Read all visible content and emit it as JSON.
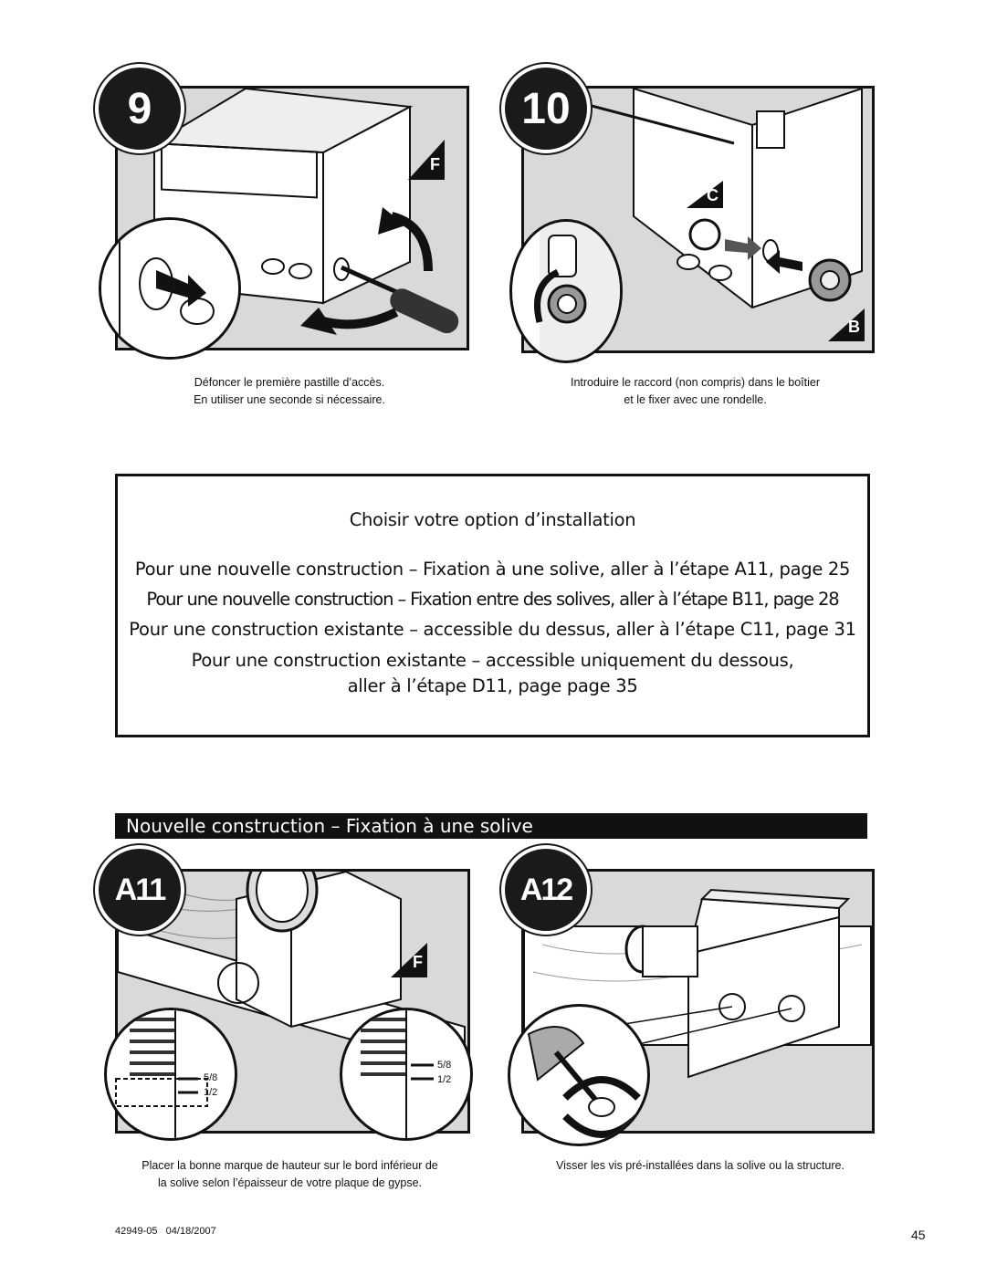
{
  "steps": {
    "step9": {
      "number": "9",
      "part_label": "F",
      "caption_line1": "Défoncer le première pastille d’accès.",
      "caption_line2": "En utiliser une seconde si nécessaire."
    },
    "step10": {
      "number": "10",
      "part_label_c": "C",
      "part_label_b": "B",
      "caption_line1": "Introduire le raccord (non compris) dans le boîtier",
      "caption_line2": "et le fixer avec une rondelle."
    },
    "stepA11": {
      "number": "A11",
      "part_label": "F",
      "mark_5_8": "5/8",
      "mark_1_2": "1/2",
      "caption_line1": "Placer la bonne marque de hauteur sur le bord inférieur de",
      "caption_line2": "la solive selon l’épaisseur de votre plaque de gypse."
    },
    "stepA12": {
      "number": "A12",
      "caption_line1": "Visser les vis pré-installées dans la solive ou la structure."
    }
  },
  "options": {
    "title": "Choisir votre option d’installation",
    "line1": "Pour une nouvelle construction – Fixation à une solive, aller à l’étape A11, page 25",
    "line2": "Pour une nouvelle construction – Fixation entre des solives, aller à l’étape B11, page 28",
    "line3": "Pour une construction existante – accessible du dessus, aller à l’étape C11, page 31",
    "line4a": "Pour une construction existante – accessible uniquement du dessous,",
    "line4b": "aller à l’étape D11, page page 35"
  },
  "section": {
    "title": "Nouvelle construction – Fixation à une solive"
  },
  "footer": {
    "doc_id": "42949-05",
    "date": "04/18/2007",
    "page": "45"
  }
}
